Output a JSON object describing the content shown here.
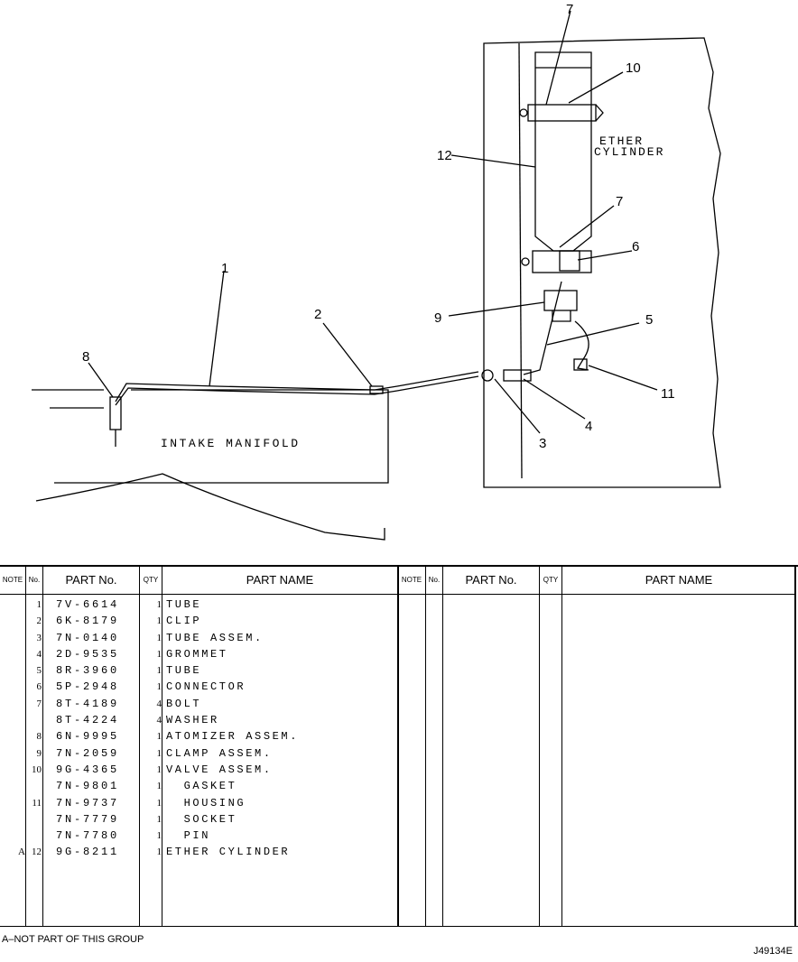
{
  "figure": {
    "labels": {
      "ether_cylinder_l1": "ETHER",
      "ether_cylinder_l2": "CYLINDER",
      "intake_manifold": "INTAKE MANIFOLD"
    },
    "callouts": [
      "1",
      "2",
      "3",
      "4",
      "5",
      "6",
      "7",
      "7",
      "8",
      "9",
      "10",
      "11",
      "12"
    ]
  },
  "table": {
    "headers": {
      "note": "NOTE",
      "no": "No.",
      "part_no": "PART No.",
      "qty": "QTY",
      "part_name": "PART NAME"
    },
    "rows": [
      {
        "note": "",
        "no": "1",
        "part_no": "7V-6614",
        "qty": "1",
        "name": "TUBE"
      },
      {
        "note": "",
        "no": "2",
        "part_no": "6K-8179",
        "qty": "1",
        "name": "CLIP"
      },
      {
        "note": "",
        "no": "3",
        "part_no": "7N-0140",
        "qty": "1",
        "name": "TUBE ASSEM."
      },
      {
        "note": "",
        "no": "4",
        "part_no": "2D-9535",
        "qty": "1",
        "name": "GROMMET"
      },
      {
        "note": "",
        "no": "5",
        "part_no": "8R-3960",
        "qty": "1",
        "name": "TUBE"
      },
      {
        "note": "",
        "no": "6",
        "part_no": "5P-2948",
        "qty": "1",
        "name": "CONNECTOR"
      },
      {
        "note": "",
        "no": "7",
        "part_no": "8T-4189",
        "qty": "4",
        "name": "BOLT"
      },
      {
        "note": "",
        "no": "",
        "part_no": "8T-4224",
        "qty": "4",
        "name": "WASHER"
      },
      {
        "note": "",
        "no": "8",
        "part_no": "6N-9995",
        "qty": "1",
        "name": "ATOMIZER ASSEM."
      },
      {
        "note": "",
        "no": "9",
        "part_no": "7N-2059",
        "qty": "1",
        "name": "CLAMP ASSEM."
      },
      {
        "note": "",
        "no": "10",
        "part_no": "9G-4365",
        "qty": "1",
        "name": "VALVE ASSEM."
      },
      {
        "note": "",
        "no": "",
        "part_no": "7N-9801",
        "qty": "1",
        "name": "  GASKET"
      },
      {
        "note": "",
        "no": "11",
        "part_no": "7N-9737",
        "qty": "1",
        "name": "  HOUSING"
      },
      {
        "note": "",
        "no": "",
        "part_no": "7N-7779",
        "qty": "1",
        "name": "  SOCKET"
      },
      {
        "note": "",
        "no": "",
        "part_no": "7N-7780",
        "qty": "1",
        "name": "  PIN"
      },
      {
        "note": "A",
        "no": "12",
        "part_no": "9G-8211",
        "qty": "1",
        "name": "ETHER CYLINDER"
      }
    ]
  },
  "footnote": "A–NOT PART OF THIS GROUP",
  "drawing_code": "J49134E"
}
